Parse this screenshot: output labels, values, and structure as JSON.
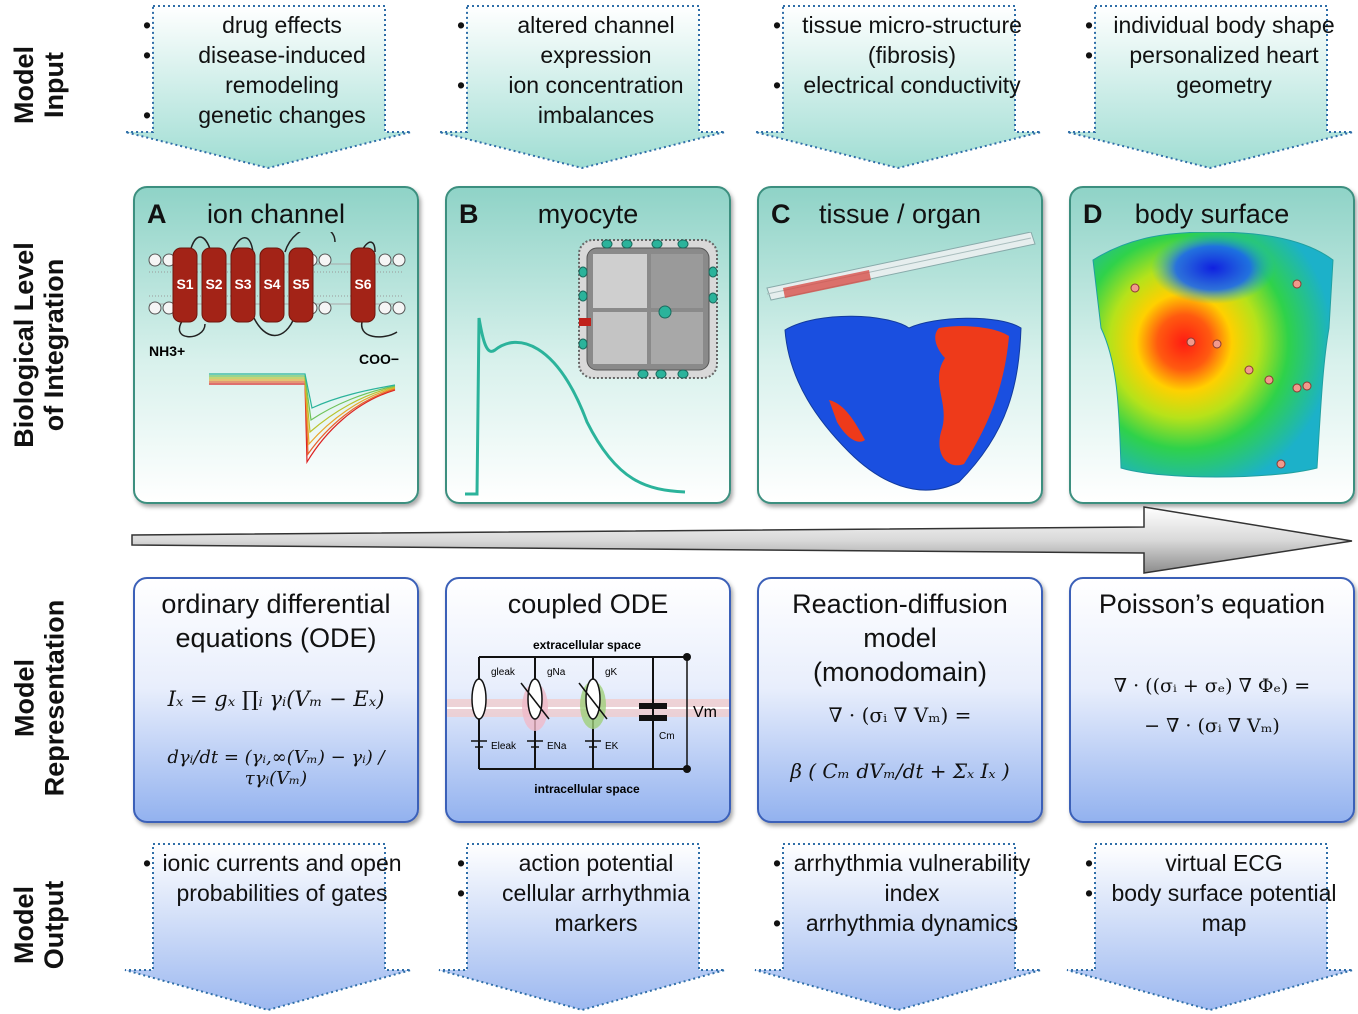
{
  "row_labels": {
    "input": [
      "Model",
      "Input"
    ],
    "biological": [
      "Biological Level",
      "of Integration"
    ],
    "representation": [
      "Model",
      "Representation"
    ],
    "output": [
      "Model",
      "Output"
    ]
  },
  "inputs": [
    [
      "drug effects",
      "disease-induced remodeling",
      "genetic changes"
    ],
    [
      "altered channel expression",
      "ion concentration imbalances"
    ],
    [
      "tissue micro-structure (fibrosis)",
      "electrical conductivity"
    ],
    [
      "individual body shape",
      "personalized heart geometry"
    ]
  ],
  "panels": [
    {
      "letter": "A",
      "name": "ion channel"
    },
    {
      "letter": "B",
      "name": "myocyte"
    },
    {
      "letter": "C",
      "name": "tissue / organ"
    },
    {
      "letter": "D",
      "name": "body surface"
    }
  ],
  "channel": {
    "segments": [
      "S1",
      "S2",
      "S3",
      "S4",
      "S5",
      "S6"
    ],
    "nh3": "NH3+",
    "coo": "COO−"
  },
  "representations": [
    {
      "title": [
        "ordinary differential",
        "equations (ODE)"
      ],
      "eq1": "Iₓ = gₓ ∏ᵢ γᵢ(Vₘ − Eₓ)",
      "eq2": "dγᵢ/dt = (γᵢ,∞(Vₘ) − γᵢ) / τγᵢ(Vₘ)"
    },
    {
      "title": [
        "coupled ODE"
      ],
      "extracellular": "extracellular space",
      "intracellular": "intracellular space",
      "labels": {
        "gleak": "gleak",
        "gna": "gNa",
        "gk": "gK",
        "eleak": "Eleak",
        "ena": "ENa",
        "ek": "EK",
        "cm": "Cm",
        "vm": "Vm"
      }
    },
    {
      "title": [
        "Reaction-diffusion",
        "model",
        "(monodomain)"
      ],
      "eq1": "∇ · (σᵢ ∇ Vₘ) =",
      "eq2": "β ( Cₘ dVₘ/dt + Σₓ Iₓ )"
    },
    {
      "title": [
        "Poisson’s equation"
      ],
      "eq1": "∇ · ((σᵢ + σₑ) ∇ Φₑ) =",
      "eq2": "− ∇ · (σᵢ ∇ Vₘ)"
    }
  ],
  "outputs": [
    [
      "ionic currents and open probabilities of gates"
    ],
    [
      "action potential",
      "cellular arrhythmia markers"
    ],
    [
      "arrhythmia vulnerability index",
      "arrhythmia dynamics"
    ],
    [
      "virtual ECG",
      "body surface potential map"
    ]
  ],
  "colors": {
    "input_arrow": "#b7e6df",
    "output_arrow": "#a9c3f3",
    "panel_border": "#3c8f7f",
    "rep_border": "#3b60b8",
    "channel_red": "#a32317",
    "trace_teal": "#2bb39b"
  }
}
